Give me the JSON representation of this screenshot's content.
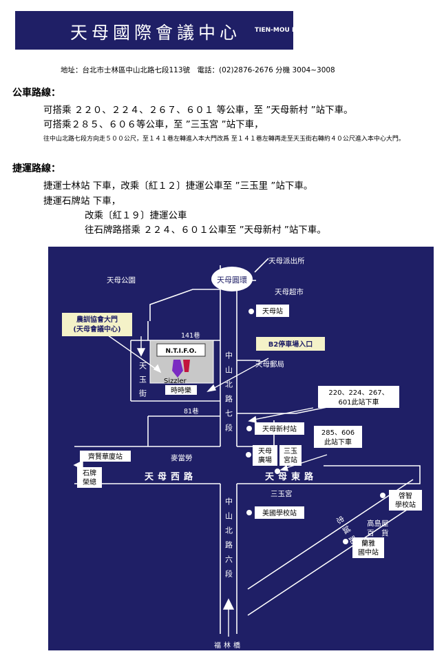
{
  "banner": {
    "title": "天母國際會議中心",
    "subtitle": "TIEN-MOU I"
  },
  "address_line": "地址：台北市士林區中山北路七段113號　電話：(02)2876-2676 分機 3004~3008",
  "bus": {
    "heading": "公車路線：",
    "lines": [
      "可搭乘 ２２０、２２４、２６７、６０１ 等公車，至 ”天母新村 ”站下車。",
      "可搭乘２８５、６０６等公車，至 ”三玉宮 ”站下車，",
      "往中山北路七段方向走５００公尺，至１４１巷左轉進入本大門改爲 至１４１巷左轉再走至天玉街右轉約４０公尺進入本中心大門。"
    ]
  },
  "mrt": {
    "heading": "捷運路線：",
    "lines": [
      "捷運士林站 下車，改乘〔紅１２〕捷運公車至 ”三玉里 ”站下車。",
      "捷運石牌站 下車，",
      "改乘〔紅１９〕捷運公車",
      "往石牌路搭乘 ２２４、６０１公車至 ”天母新村 ”站下車。"
    ]
  },
  "map": {
    "colors": {
      "background": "#1f1f66",
      "road": "#ffffff",
      "box": "#f4f2c8",
      "building": "#c8c8c8"
    },
    "labels": {
      "police": "天母派出所",
      "park": "天母公園",
      "roundabout": "天母圓環",
      "supermarket": "天母超市",
      "tianmu_stop": "天母站",
      "gate_line1": "農訓協會大門",
      "gate_line2": "(天母會議中心)",
      "lane141": "141巷",
      "b2_parking": "B2停車場入口",
      "post_office": "天母郵局",
      "tianyu_street": "天玉街",
      "ntifo": "N.T.I.F.O.",
      "sizzler": "Sizzler",
      "sizzler_zh": "時時樂",
      "lane81": "81巷",
      "zhongshan_7": "中山北路七段",
      "bus_box_1_line1": "220、224、267、",
      "bus_box_1_line2": "601此站下車",
      "bus_box_2_line1": "285、606",
      "bus_box_2_line2": "此站下車",
      "xincun_stop": "天母新村站",
      "square_line1": "天母",
      "square_line2": "廣場",
      "sanyu_palace_stop_line1": "三玉",
      "sanyu_palace_stop_line2": "宮站",
      "qixian_stop": "齊賢華廈站",
      "mcdonalds": "麥當勞",
      "shipai_line1": "石牌",
      "shipai_line2": "榮總",
      "tianmu_west": "天母西路",
      "tianmu_east": "天母東路",
      "qizhi_line1": "啓智",
      "qizhi_line2": "學校站",
      "sanyu_palace": "三玉宮",
      "american_school": "美國學校站",
      "takashimaya_line1": "高島屋",
      "takashimaya_line2": "百　貨",
      "zhongcheng_road": "忠誠路",
      "lanya_line1": "蘭雅",
      "lanya_line2": "國中站",
      "zhongshan_6": "中山北路六段",
      "fulin_bridge": "福林橋"
    }
  }
}
